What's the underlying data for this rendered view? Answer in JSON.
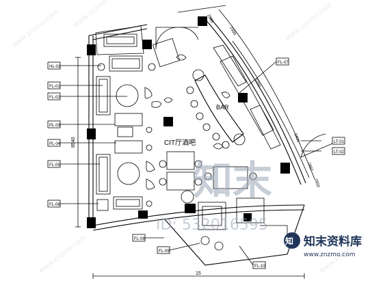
{
  "plan": {
    "room_label": "CIT厅酒吧",
    "bar_label": "BAR",
    "left_tags": [
      {
        "text": "HL-01"
      },
      {
        "text": "FL-01"
      },
      {
        "text": "FL-02"
      },
      {
        "text": "PL-03"
      },
      {
        "text": "PL-04"
      },
      {
        "text": "FL-05"
      },
      {
        "text": "FL-06"
      }
    ],
    "right_tags": [
      {
        "text": "FL-07"
      },
      {
        "text": "LT-01"
      },
      {
        "text": "LT-02"
      }
    ],
    "bottom_tags": [
      {
        "text": "FL-08"
      },
      {
        "text": "FL-09"
      },
      {
        "text": "FL-10"
      }
    ],
    "dimensions": {
      "left_vertical": "8540",
      "top_1": "2890",
      "top_2": "1500",
      "right_1": "6250",
      "right_2": "3400",
      "right_3": "1897",
      "right_4": "2800",
      "bottom": "15"
    }
  },
  "watermark": {
    "logo_text": "知末",
    "id_text": "ID: 532016595",
    "brand_text": "知末资料库",
    "url_text": "www.znzmo.com"
  }
}
